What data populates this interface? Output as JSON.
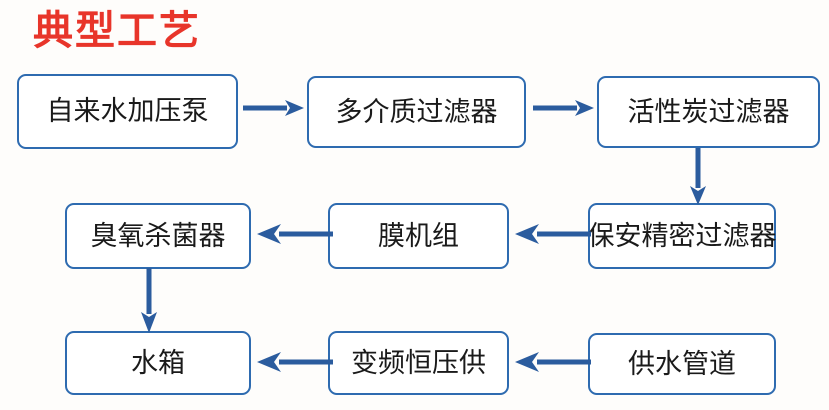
{
  "title": "典型工艺",
  "colors": {
    "title_red": "#e8352a",
    "box_border_blue": "#2e6bb0",
    "arrow_blue": "#2b5c9e",
    "background": "#fefdfb",
    "text": "#1a1a1a"
  },
  "diagram": {
    "type": "flowchart",
    "nodes": [
      {
        "id": "tapwater-pump",
        "label": "自来水加压泵",
        "row": 1,
        "col": 1
      },
      {
        "id": "multimedia-filter",
        "label": "多介质过滤器",
        "row": 1,
        "col": 2
      },
      {
        "id": "carbon-filter",
        "label": "活性炭过滤器",
        "row": 1,
        "col": 3
      },
      {
        "id": "security-filter",
        "label": "保安精密过滤器",
        "row": 2,
        "col": 3
      },
      {
        "id": "membrane-unit",
        "label": "膜机组",
        "row": 2,
        "col": 2
      },
      {
        "id": "ozone-sterilizer",
        "label": "臭氧杀菌器",
        "row": 2,
        "col": 1
      },
      {
        "id": "water-pipe",
        "label": "供水管道",
        "row": 3,
        "col": 3
      },
      {
        "id": "vfd-supply",
        "label": "变频恒压供",
        "row": 3,
        "col": 2
      },
      {
        "id": "water-tank",
        "label": "水箱",
        "row": 3,
        "col": 1
      }
    ],
    "edges": [
      {
        "from": "tapwater-pump",
        "to": "multimedia-filter",
        "direction": "right"
      },
      {
        "from": "multimedia-filter",
        "to": "carbon-filter",
        "direction": "right"
      },
      {
        "from": "carbon-filter",
        "to": "security-filter",
        "direction": "down"
      },
      {
        "from": "security-filter",
        "to": "membrane-unit",
        "direction": "left"
      },
      {
        "from": "membrane-unit",
        "to": "ozone-sterilizer",
        "direction": "left"
      },
      {
        "from": "ozone-sterilizer",
        "to": "water-tank",
        "direction": "down"
      },
      {
        "from": "vfd-supply",
        "to": "water-tank",
        "direction": "left"
      },
      {
        "from": "water-pipe",
        "to": "vfd-supply",
        "direction": "left"
      }
    ]
  }
}
